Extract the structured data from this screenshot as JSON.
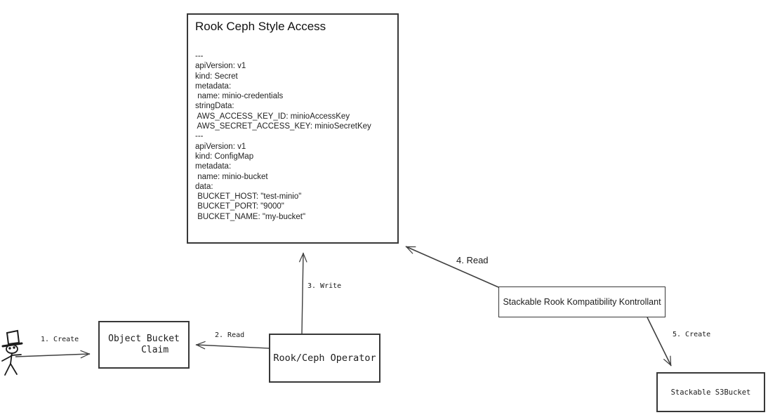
{
  "canvas": {
    "background": "#ffffff",
    "stroke_color": "#3f3f3f",
    "text_color": "#1c1c1c"
  },
  "main_box": {
    "title": "Rook Ceph Style Access",
    "yaml": "---\napiVersion: v1\nkind: Secret\nmetadata:\n name: minio-credentials\nstringData:\n AWS_ACCESS_KEY_ID: minioAccessKey\n AWS_SECRET_ACCESS_KEY: minioSecretKey\n---\napiVersion: v1\nkind: ConfigMap\nmetadata:\n name: minio-bucket\ndata:\n BUCKET_HOST: \"test-minio\"\n BUCKET_PORT: \"9000\"\n BUCKET_NAME: \"my-bucket\""
  },
  "nodes": {
    "object_bucket_claim": {
      "label": "Object Bucket\n    Claim"
    },
    "rook_ceph_operator": {
      "label": "Rook/Ceph Operator"
    },
    "stackable_kontrollant": {
      "label": "Stackable Rook Kompatibility Kontrollant"
    },
    "stackable_s3bucket": {
      "label": "Stackable S3Bucket"
    }
  },
  "edges": {
    "create_obc": {
      "label": "1. Create"
    },
    "read_obc": {
      "label": "2. Read"
    },
    "write_access": {
      "label": "3. Write"
    },
    "read_access": {
      "label": "4. Read"
    },
    "create_s3bucket": {
      "label": "5. Create"
    }
  },
  "icons": {
    "actor": "stick-figure-with-top-hat"
  }
}
